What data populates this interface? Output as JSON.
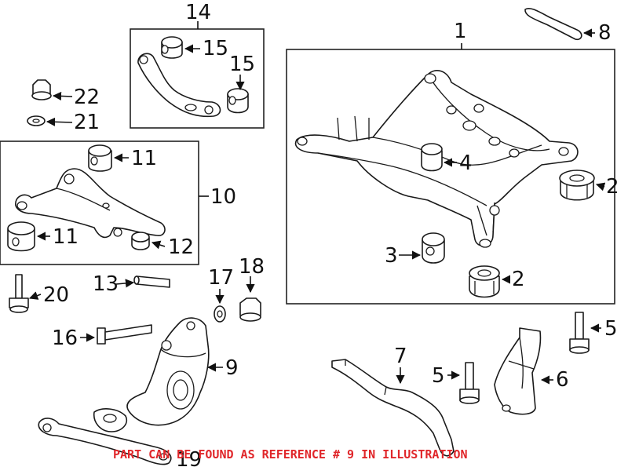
{
  "notice": {
    "text": "PART CAN BE FOUND AS REFERENCE # 9 IN ILLUSTRATION",
    "color": "#e0262a"
  },
  "callouts": {
    "c1": "1",
    "c2a": "2",
    "c2b": "2",
    "c3": "3",
    "c4": "4",
    "c5a": "5",
    "c5b": "5",
    "c6": "6",
    "c7": "7",
    "c8": "8",
    "c9": "9",
    "c10": "10",
    "c11a": "11",
    "c11b": "11",
    "c12": "12",
    "c13": "13",
    "c14": "14",
    "c15a": "15",
    "c15b": "15",
    "c16": "16",
    "c17": "17",
    "c18": "18",
    "c19": "19",
    "c20": "20",
    "c21": "21",
    "c22": "22"
  }
}
